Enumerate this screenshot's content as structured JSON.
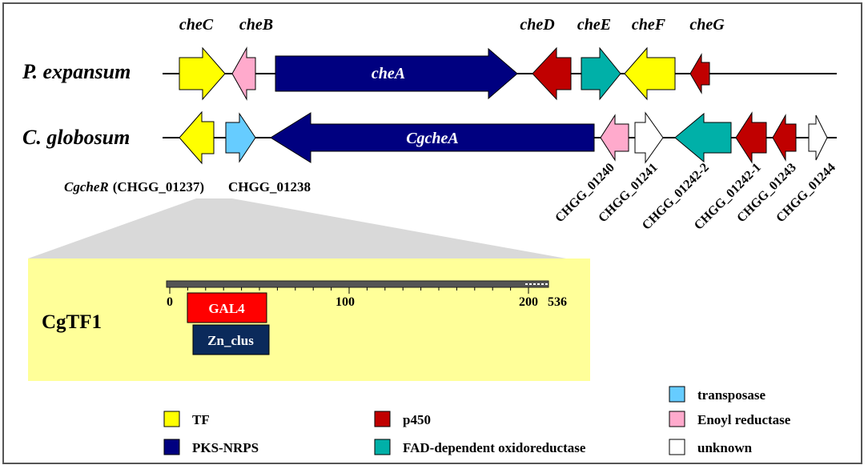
{
  "organisms": [
    {
      "name": "P. expansum"
    },
    {
      "name": "C. globosum"
    }
  ],
  "p_expansum_genes": [
    {
      "label": "cheC",
      "cls": "TF",
      "dir": "right",
      "arrow_label": ""
    },
    {
      "label": "cheB",
      "cls": "Enoyl reductase",
      "dir": "left",
      "arrow_label": ""
    },
    {
      "label": "",
      "cls": "PKS-NRPS",
      "dir": "right",
      "arrow_label": "cheA"
    },
    {
      "label": "cheD",
      "cls": "p450",
      "dir": "left",
      "arrow_label": ""
    },
    {
      "label": "cheE",
      "cls": "FAD-dependent oxidoreductase",
      "dir": "right",
      "arrow_label": ""
    },
    {
      "label": "cheF",
      "cls": "TF",
      "dir": "left",
      "arrow_label": ""
    },
    {
      "label": "cheG",
      "cls": "p450",
      "dir": "left",
      "arrow_label": ""
    }
  ],
  "c_globosum_genes": [
    {
      "label_italic": "CgcheR",
      "label": "(CHGG_01237)",
      "cls": "TF",
      "dir": "left",
      "arrow_label": ""
    },
    {
      "label": "CHGG_01238",
      "cls": "transposase",
      "dir": "right",
      "arrow_label": ""
    },
    {
      "label": "",
      "cls": "PKS-NRPS",
      "dir": "left",
      "arrow_label": "CgcheA"
    },
    {
      "label": "CHGG_01240",
      "cls": "Enoyl reductase",
      "dir": "left",
      "arrow_label": ""
    },
    {
      "label": "CHGG_01241",
      "cls": "unknown",
      "dir": "right",
      "arrow_label": ""
    },
    {
      "label": "CHGG_01242-2",
      "cls": "FAD-dependent oxidoreductase",
      "dir": "left",
      "arrow_label": ""
    },
    {
      "label": "CHGG_01242-1",
      "cls": "p450",
      "dir": "left",
      "arrow_label": ""
    },
    {
      "label": "CHGG_01243",
      "cls": "p450",
      "dir": "left",
      "arrow_label": ""
    },
    {
      "label": "CHGG_01244",
      "cls": "unknown",
      "dir": "right",
      "arrow_label": ""
    }
  ],
  "protein": {
    "name": "CgTF1",
    "ticks": [
      "0",
      "100",
      "200",
      "536"
    ],
    "domains": [
      {
        "name": "GAL4",
        "color": "#ff0000"
      },
      {
        "name": "Zn_clus",
        "color": "#0b2a5b"
      }
    ]
  },
  "legend": [
    {
      "label": "TF",
      "color": "#ffff00"
    },
    {
      "label": "PKS-NRPS",
      "color": "#000080"
    },
    {
      "label": "p450",
      "color": "#c00000"
    },
    {
      "label": "FAD-dependent oxidoreductase",
      "color": "#00b0a8"
    },
    {
      "label": "transposase",
      "color": "#66ccff"
    },
    {
      "label": "Enoyl reductase",
      "color": "#ffaacc"
    },
    {
      "label": "unknown",
      "color": "#ffffff"
    }
  ]
}
